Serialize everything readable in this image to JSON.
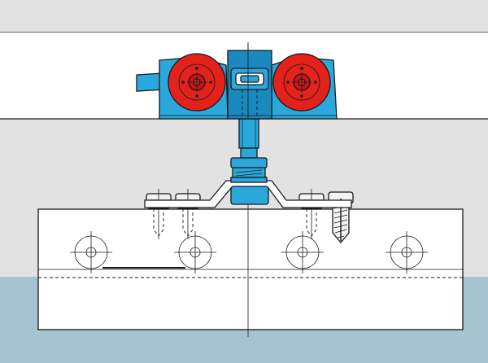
{
  "diagram": {
    "kind": "sliding-door-trolley-section",
    "parts": [
      "track-rail",
      "trolley-body",
      "wheel-left",
      "wheel-right",
      "suspension-bolt",
      "adjustment-nut",
      "mounting-bracket",
      "door-panel",
      "fixing-screws",
      "door-holes"
    ]
  },
  "colors": {
    "background": "#ffffff",
    "wall_band": "#e2e2e2",
    "floor_band": "#a6c3d2",
    "trolley_body": "#2aa8dc",
    "trolley_body_dark": "#1989bf",
    "wheel": "#e3221b",
    "wheel_hub": "#c91612",
    "door_panel": "#ffffff",
    "screw": "#f2f2f2",
    "outline": "#1a1a1a"
  },
  "icons": {
    "wheel_hub": "wheel-hub-icon",
    "screw_head": "screw-head-icon",
    "hole": "crosshair-hole-icon"
  }
}
